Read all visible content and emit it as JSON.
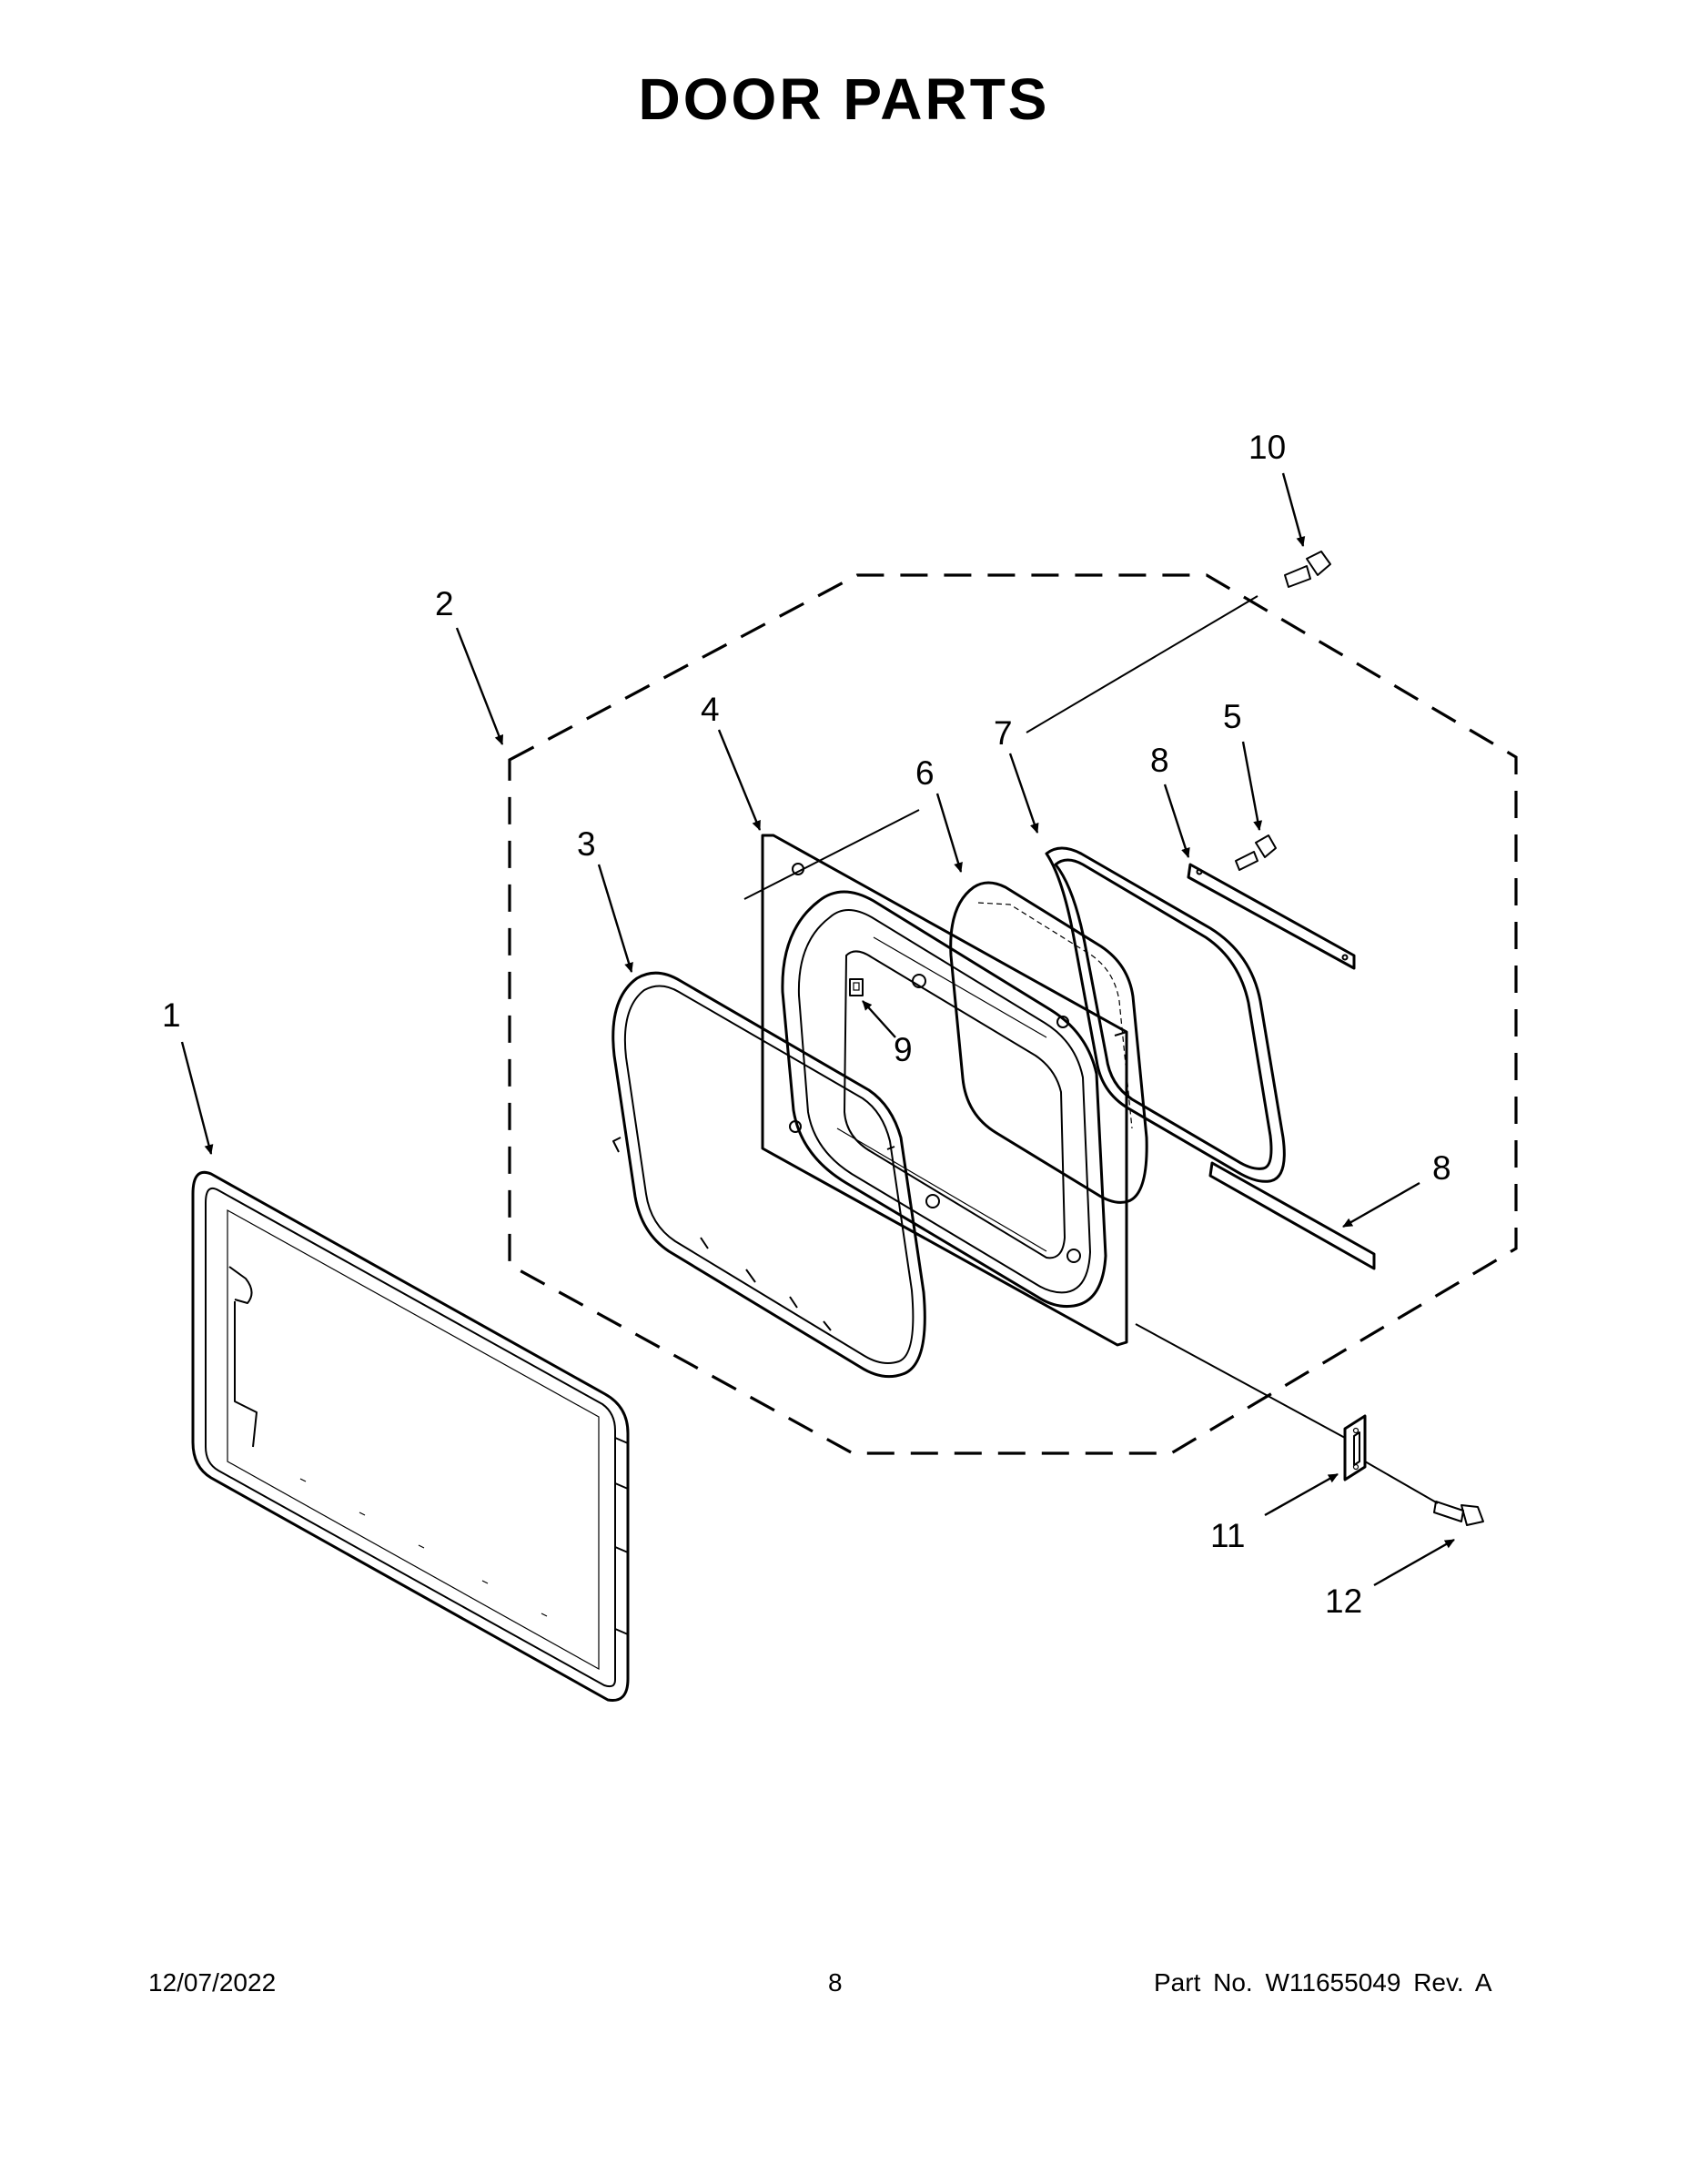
{
  "page": {
    "title": "DOOR PARTS",
    "footer": {
      "date": "12/07/2022",
      "page_number": "8",
      "part_number": "Part No.  W11655049  Rev.  A"
    }
  },
  "callouts": [
    "1",
    "2",
    "3",
    "4",
    "5",
    "6",
    "7",
    "8",
    "8",
    "9",
    "10",
    "11",
    "12"
  ]
}
